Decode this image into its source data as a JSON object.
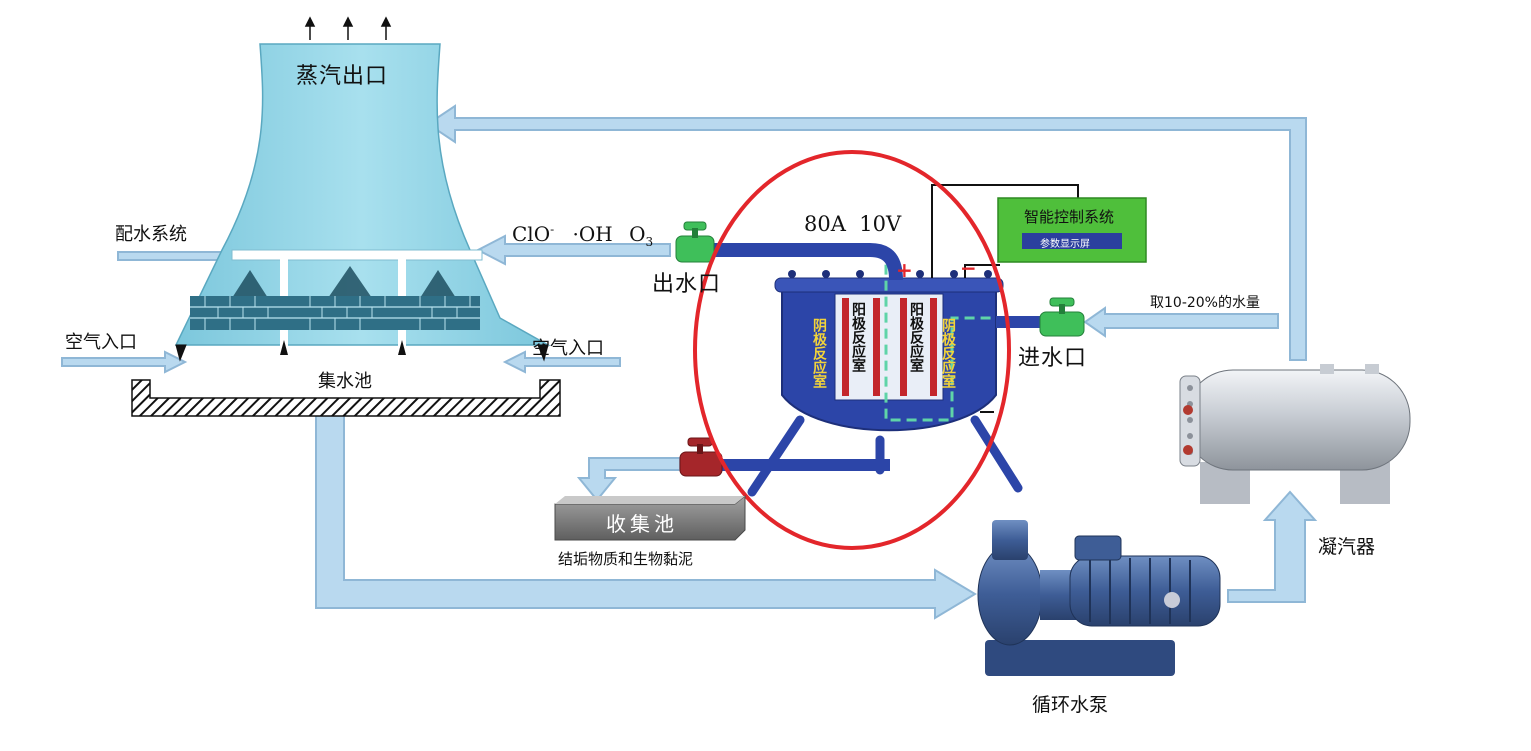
{
  "labels": {
    "steam_outlet": "蒸汽出口",
    "water_distribution": "配水系统",
    "air_inlet_left": "空气入口",
    "air_inlet_right": "空气入口",
    "collecting_basin": "集水池",
    "chem_clo": "ClO",
    "chem_clo_sup": "-",
    "chem_oh": "·OH",
    "chem_o": "O",
    "chem_o_sub": "3",
    "current_voltage": "80A  10V",
    "outlet": "出水口",
    "inlet": "进水口",
    "sampling": "取10-20%的水量",
    "plus": "+",
    "minus": "−",
    "cathode_left": "阴极反应室",
    "anode_left": "阳极反应室",
    "anode_right": "阳极反应室",
    "cathode_right": "阴极反应室",
    "collection_tank": "收集池",
    "scale_sludge": "结垢物质和生物黏泥",
    "condenser": "凝汽器",
    "circulating_pump": "循环水泵"
  },
  "control_system": {
    "title": "智能控制系统",
    "subtitle": "参数显示屏"
  },
  "colors": {
    "tower": "#8ed3e6",
    "pipe_light": "#b9d9ef",
    "pipe_edge": "#8fb7d6",
    "reactor": "#2c45a8",
    "highlight_ring": "#e3262b",
    "control_green": "#4fbf3b",
    "valve_green": "#3fbf5a",
    "valve_red": "#a5262a"
  },
  "icons": {
    "outlet_valve": "valve-green-icon",
    "inlet_valve": "valve-green-icon",
    "drain_valve": "valve-red-icon",
    "pump": "pump-icon",
    "condenser": "heat-exchanger-icon"
  }
}
